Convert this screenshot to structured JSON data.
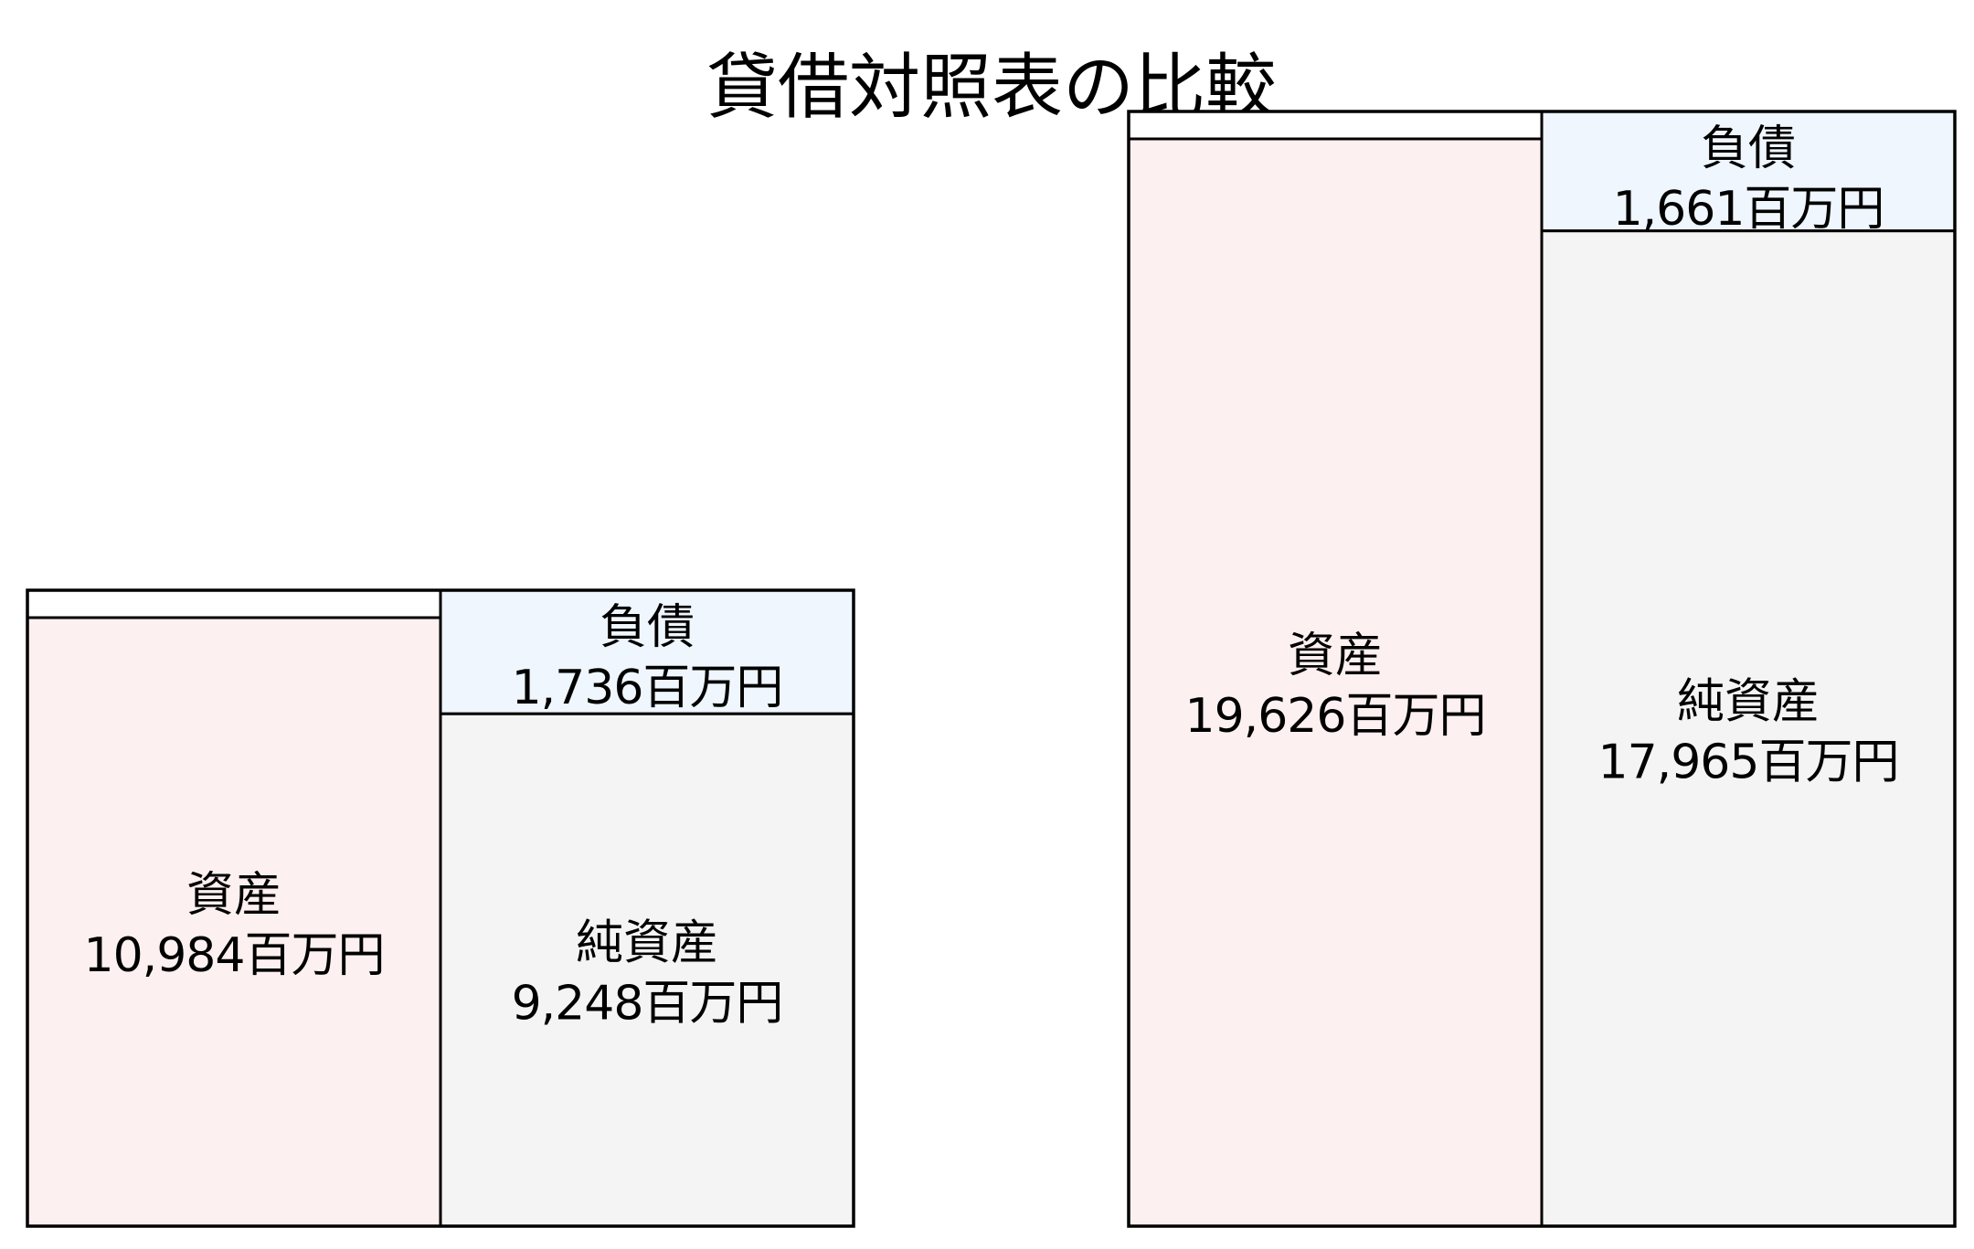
{
  "chart_data": {
    "type": "bar",
    "title": "貸借対照表の比較",
    "unit": "百万円",
    "colors": {
      "assets": "#fdf0f0",
      "liabilities": "#eff6fd",
      "net_assets": "#f4f4f4",
      "gap": "#ffffff",
      "border": "#000000"
    },
    "charts": [
      {
        "assets": {
          "label": "資産",
          "value": 10984,
          "display": "10,984百万円"
        },
        "liabilities": {
          "label": "負債",
          "value": 1736,
          "display": "1,736百万円"
        },
        "net_assets": {
          "label": "純資産",
          "value": 9248,
          "display": "9,248百万円"
        }
      },
      {
        "assets": {
          "label": "資産",
          "value": 19626,
          "display": "19,626百万円"
        },
        "liabilities": {
          "label": "負債",
          "value": 1661,
          "display": "1,661百万円"
        },
        "net_assets": {
          "label": "純資産",
          "value": 17965,
          "display": "17,965百万円"
        }
      }
    ]
  }
}
